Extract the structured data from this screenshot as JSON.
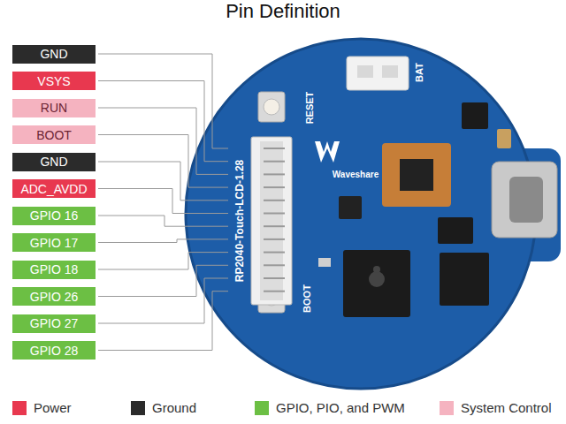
{
  "diagram": {
    "title": "Pin Definition",
    "nodes": [
      {
        "text": [
          "GND"
        ]
      },
      {
        "text": [
          "VSYS"
        ]
      },
      {
        "text": [
          "RUN"
        ]
      },
      {
        "text": [
          "BOOT"
        ]
      },
      {
        "text": [
          "GND"
        ]
      },
      {
        "text": [
          "ADC_AVDD"
        ]
      },
      {
        "text": [
          "GPIO 16"
        ]
      },
      {
        "text": [
          "GPIO 17"
        ]
      },
      {
        "text": [
          "GPIO 18"
        ]
      },
      {
        "text": [
          "GPIO 26"
        ]
      },
      {
        "text": [
          "GPIO 27"
        ]
      },
      {
        "text": [
          "GPIO 28"
        ]
      }
    ],
    "labels": [
      "RESET",
      "BAT",
      "BOOT",
      "RP2040-Touch-LCD-1.28",
      "Waveshare"
    ],
    "legend": [
      {
        "text": "Power",
        "color": "#e8384f"
      },
      {
        "text": "Ground",
        "color": "#2b2b2b"
      },
      {
        "text": "GPIO, PIO, and PWM",
        "color": "#6cbf44"
      },
      {
        "text": "System Control",
        "color": "#f5b3c0"
      }
    ]
  }
}
